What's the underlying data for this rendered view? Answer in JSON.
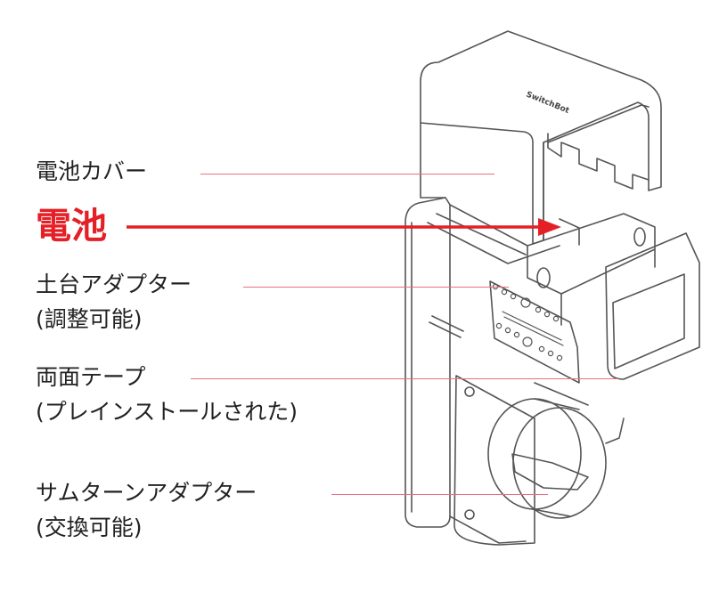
{
  "colors": {
    "accent": "#e41f26",
    "leader": "#e8707a",
    "text": "#222222",
    "drawing": "#555555"
  },
  "device": {
    "brand_text": "SwitchBot"
  },
  "labels": {
    "battery_cover": "電池カバー",
    "battery": "電池",
    "base_adapter_line1": "土台アダプター",
    "base_adapter_line2": "(調整可能)",
    "double_tape_line1": "両面テープ",
    "double_tape_line2": "(プレインストールされた)",
    "thumb_adapter_line1": "サムターンアダプター",
    "thumb_adapter_line2": "(交換可能)"
  }
}
